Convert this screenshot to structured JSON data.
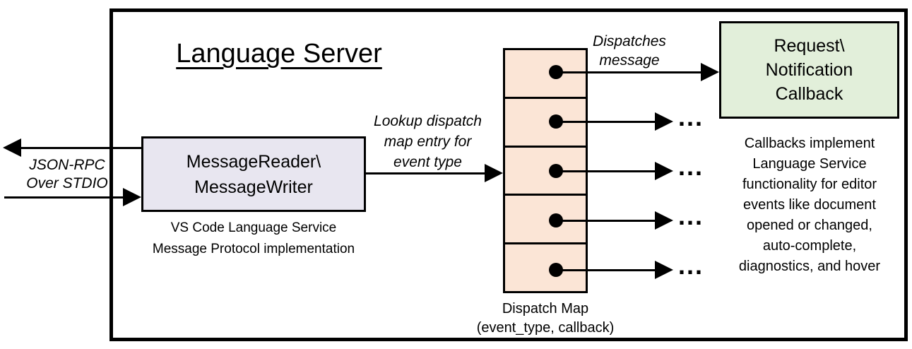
{
  "title": "Language Server",
  "stdio": {
    "line1": "JSON-RPC",
    "line2": "Over STDIO"
  },
  "message_box": {
    "line1": "MessageReader\\",
    "line2": "MessageWriter"
  },
  "message_box_caption": {
    "line1": "VS Code Language Service",
    "line2": "Message Protocol implementation"
  },
  "lookup_label": {
    "line1": "Lookup dispatch",
    "line2": "map entry for",
    "line3": "event type"
  },
  "dispatches_label": {
    "line1": "Dispatches",
    "line2": "message"
  },
  "dispatch_map_caption": {
    "line1": "Dispatch Map",
    "line2": "(event_type, callback)"
  },
  "callback_box": {
    "line1": "Request\\",
    "line2": "Notification",
    "line3": "Callback"
  },
  "callbacks_note": {
    "lines": [
      "Callbacks implement",
      "Language Service",
      "functionality for editor",
      "events like document",
      "opened or changed,",
      "auto-complete,",
      "diagnostics, and hover"
    ]
  },
  "ellipsis": "...",
  "colors": {
    "message_box_fill": "#E8E6F0",
    "dispatch_cell_fill": "#FBE5D6",
    "callback_box_fill": "#E2EFDA",
    "stroke": "#000000"
  }
}
